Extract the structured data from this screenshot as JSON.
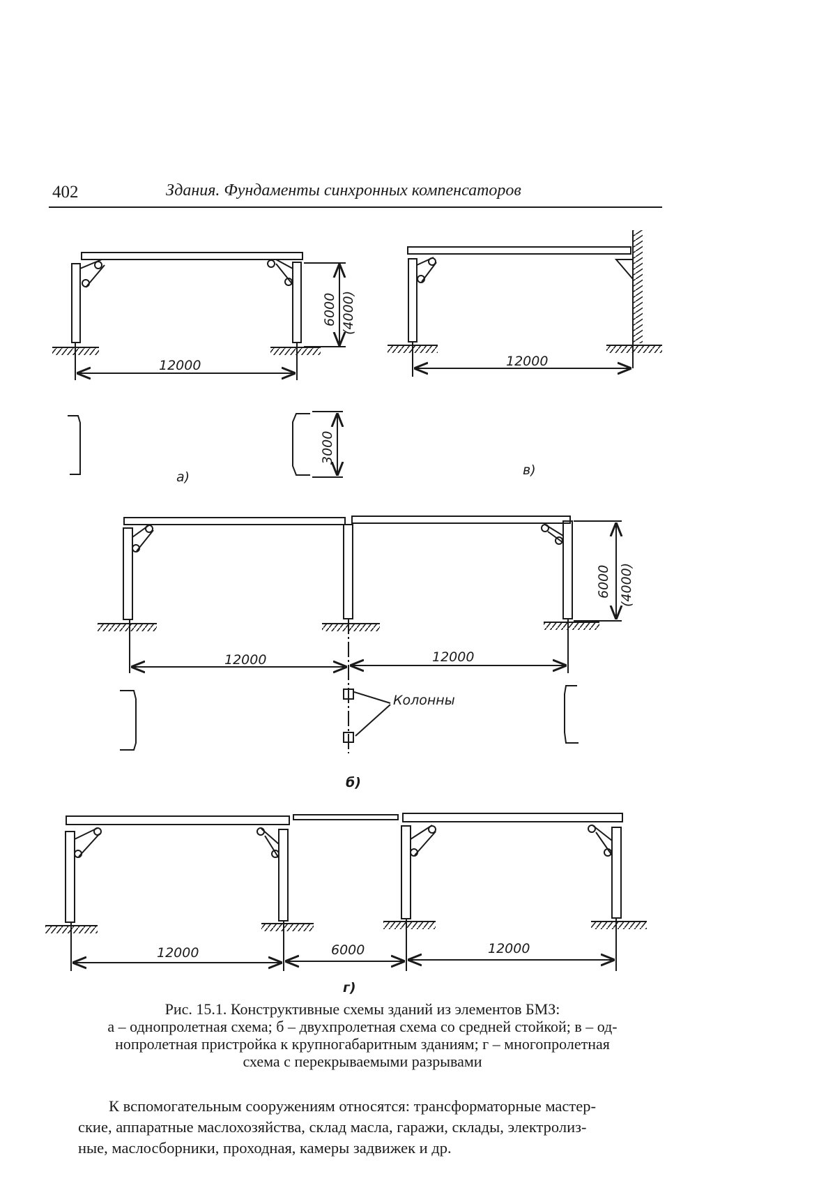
{
  "header": {
    "page_number": "402",
    "running_title": "Здания. Фундаменты синхронных компенсаторов"
  },
  "figure": {
    "dimensions": {
      "span_12000": "12000",
      "span_6000": "6000",
      "height_6000": "6000",
      "height_4000": "(4000)",
      "beam_3000": "3000"
    },
    "columns_label": "Колонны",
    "panel_labels": {
      "a": "а)",
      "b": "б)",
      "v": "в)",
      "g": "г)"
    }
  },
  "caption": {
    "line1": "Рис. 15.1. Конструктивные схемы зданий из элементов БМЗ:",
    "line2": "а – однопролетная схема; б – двухпролетная схема со средней стойкой; в – од-",
    "line3": "нопролетная пристройка к крупногабаритным зданиям; г – многопролетная",
    "line4": "схема с перекрываемыми разрывами"
  },
  "body": {
    "line1": "К вспомогательным сооружениям относятся: трансформаторные мастер-",
    "line2": "ские, аппаратные маслохозяйства, склад масла, гаражи, склады, электролиз-",
    "line3": "ные, маслосборники, проходная, камеры задвижек и др."
  }
}
